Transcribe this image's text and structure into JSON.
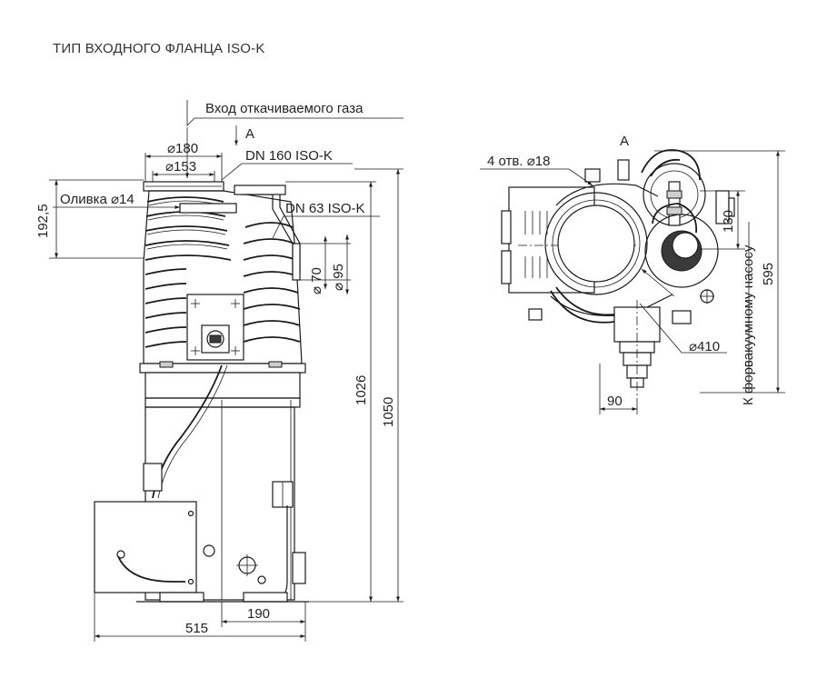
{
  "title": "ТИП ВХОДНОГО ФЛАНЦА ISO-K",
  "labels": {
    "gas_inlet": "Вход откачиваемого газа",
    "view_a_arrow": "A",
    "view_a_title": "A",
    "d180": "⌀180",
    "d153": "⌀153",
    "dn160": "DN 160 ISO-K",
    "dn63": "DN 63 ISO-K",
    "olivka": "Оливка ⌀14",
    "h192_5": "192,5",
    "d70": "⌀ 70",
    "d95": "⌀ 95",
    "h1026": "1026",
    "h1050": "1050",
    "w515": "515",
    "w190": "190",
    "holes": "4 отв. ⌀18",
    "d410": "⌀410",
    "w90": "90",
    "h130": "130",
    "h595": "595",
    "forevac": "К форвакуумному насосу"
  }
}
